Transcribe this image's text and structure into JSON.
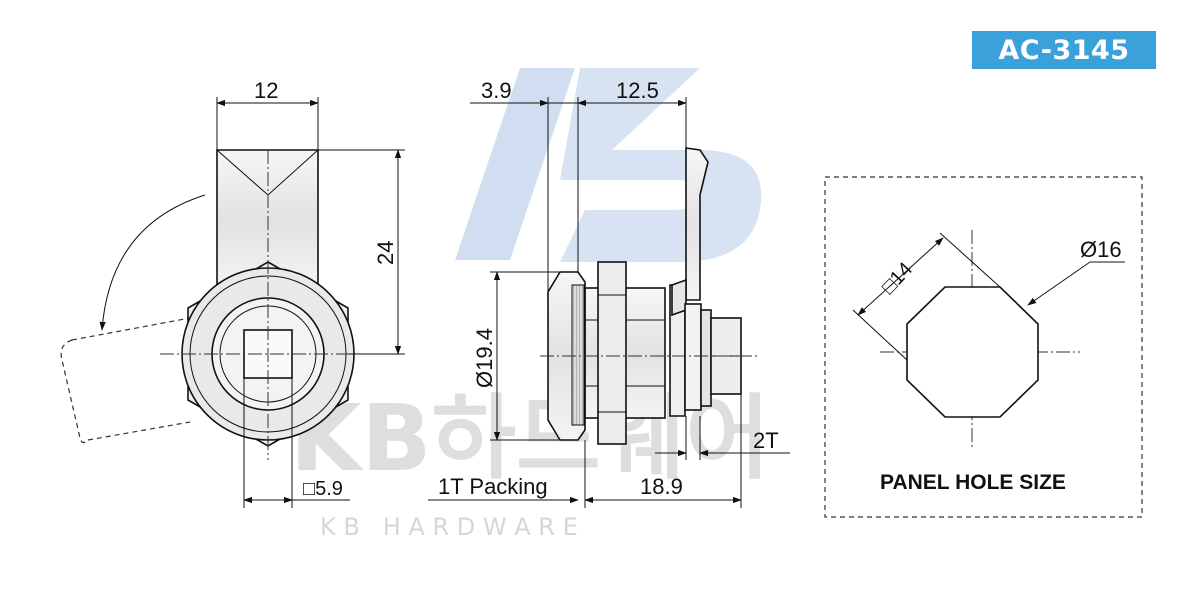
{
  "badge": {
    "label": "AC-3145",
    "color": "#3aa1da"
  },
  "watermark": {
    "logo_text": "KB하드웨어",
    "sub_text": "K B   H A R D W A R E"
  },
  "front_view": {
    "width_label": "12",
    "height_label": "24",
    "square_label": "□5.9"
  },
  "side_view": {
    "flange_label": "3.9",
    "cam_offset_label": "12.5",
    "diameter_label": "Ø19.4",
    "panel_label": "2T",
    "packing_label": "1T Packing",
    "length_label": "18.9"
  },
  "panel_hole": {
    "title": "PANEL HOLE SIZE",
    "square_label": "□14",
    "diameter_label": "Ø16"
  },
  "colors": {
    "line": "#111111",
    "metal_fill": "#eeeeee",
    "watermark_blue": "#c9d8ee",
    "watermark_gray": "#d6d6d6"
  }
}
